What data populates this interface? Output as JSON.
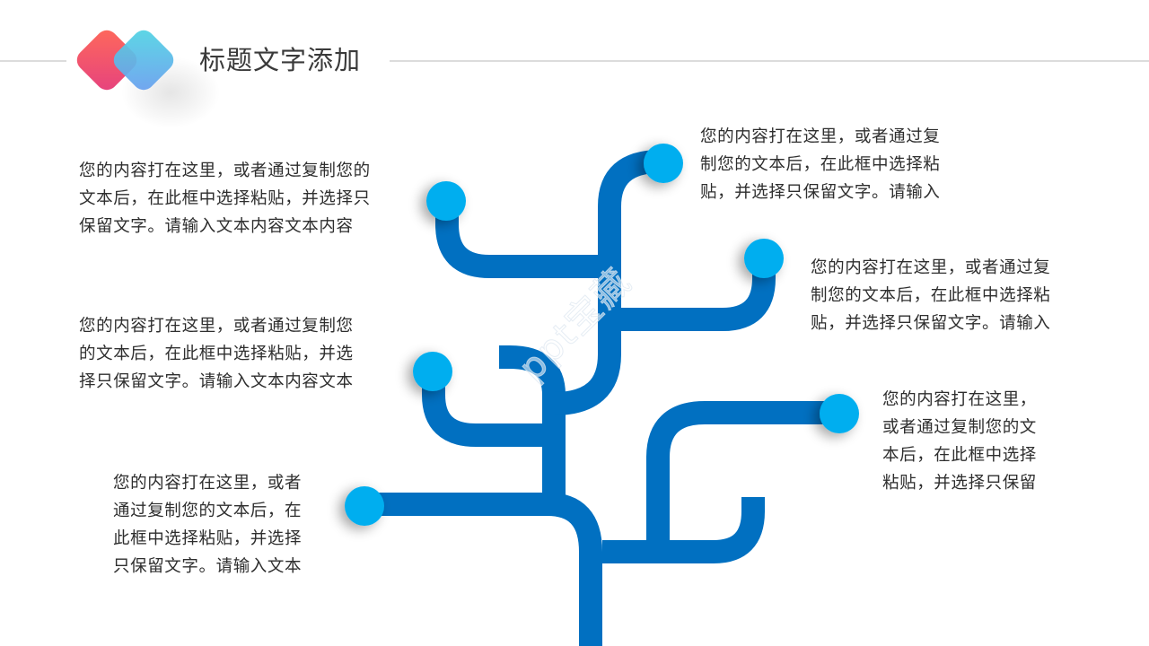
{
  "header": {
    "title": "标题文字添加"
  },
  "colors": {
    "branch": "#0170c1",
    "node": "#00aeef",
    "logo_red_start": "#ff6a5a",
    "logo_red_end": "#e5417f",
    "logo_blue_start": "#4fd6e2",
    "logo_blue_end": "#6a9df0"
  },
  "nodes": [
    {
      "id": "top-left",
      "lines": [
        "您的内容打在这里，或者通过复制您的",
        "文本后，在此框中选择粘贴，并选择只",
        "保留文字。请输入文本内容文本内容"
      ]
    },
    {
      "id": "top-right",
      "lines": [
        "您的内容打在这里，或者通过复",
        "制您的文本后，在此框中选择粘",
        "贴，并选择只保留文字。请输入"
      ]
    },
    {
      "id": "mid-right",
      "lines": [
        "您的内容打在这里，或者通过复",
        "制您的文本后，在此框中选择粘",
        "贴，并选择只保留文字。请输入"
      ]
    },
    {
      "id": "mid-left",
      "lines": [
        "您的内容打在这里，或者通过复制您",
        "的文本后，在此框中选择粘贴，并选",
        "择只保留文字。请输入文本内容文本"
      ]
    },
    {
      "id": "lower-right",
      "lines": [
        "您的内容打在这里，",
        "或者通过复制您的文",
        "本后，在此框中选择",
        "粘贴，并选择只保留"
      ]
    },
    {
      "id": "lower-left",
      "lines": [
        "您的内容打在这里，或者",
        "通过复制您的文本后，在",
        "此框中选择粘贴，并选择",
        "只保留文字。请输入文本"
      ]
    }
  ],
  "watermark": "ppt宝藏"
}
